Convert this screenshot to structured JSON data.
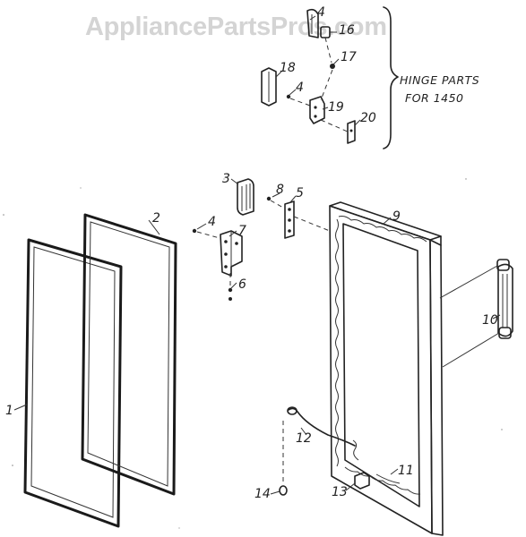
{
  "watermark": "AppliancePartsPros.com",
  "hinge_note": {
    "line1": "HINGE PARTS",
    "line2": "FOR 1450"
  },
  "callouts": {
    "c1": "1",
    "c2": "2",
    "c3": "3",
    "c4a": "4",
    "c4b": "4",
    "c4c": "4",
    "c5": "5",
    "c6": "6",
    "c7": "7",
    "c8": "8",
    "c9": "9",
    "c10": "10",
    "c11": "11",
    "c12": "12",
    "c13": "13",
    "c14": "14",
    "c16": "16",
    "c17": "17",
    "c18": "18",
    "c19": "19",
    "c20": "20"
  }
}
